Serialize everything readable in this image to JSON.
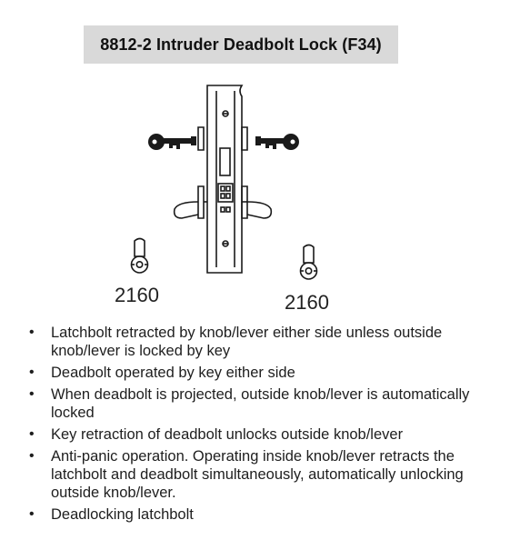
{
  "title": "8812-2 Intruder Deadbolt Lock (F34)",
  "cylinder_labels": [
    "2160",
    "2160"
  ],
  "features": [
    "Latchbolt retracted by knob/lever either side unless outside knob/lever is locked by key",
    "Deadbolt operated by key either side",
    "When deadbolt is projected, outside knob/lever is automatically locked",
    "Key retraction of deadbolt unlocks outside knob/lever",
    "Anti-panic operation. Operating inside knob/lever retracts the latchbolt and deadbolt simultaneously, automatically unlocking outside knob/lever.",
    "Deadlocking latchbolt"
  ]
}
